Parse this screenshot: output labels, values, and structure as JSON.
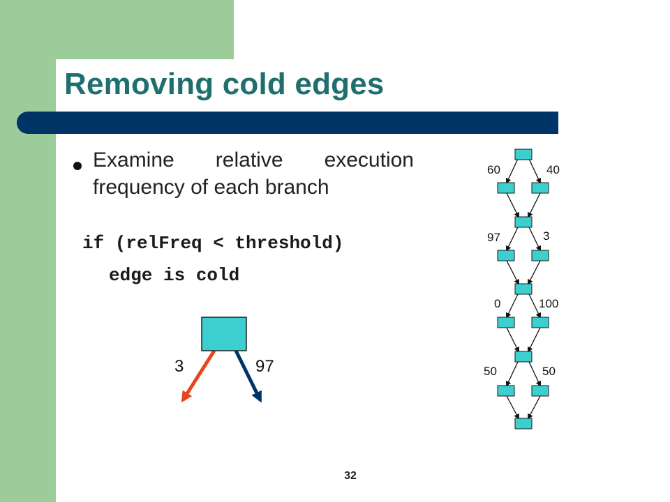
{
  "slide": {
    "title": "Removing cold edges",
    "bullet": "Examine relative execution frequency of each branch",
    "code_line1": "if (relFreq < threshold)",
    "code_line2": "edge is cold",
    "page_number": "32"
  },
  "small_diagram": {
    "left_label": "3",
    "right_label": "97",
    "node_color": "#3ccfcf",
    "cold_edge_color": "#e8461a",
    "hot_edge_color": "#003366"
  },
  "chain_diagram": {
    "stages": [
      {
        "left": "60",
        "right": "40"
      },
      {
        "left": "97",
        "right": "3"
      },
      {
        "left": "0",
        "right": "100"
      },
      {
        "left": "50",
        "right": "50"
      }
    ]
  }
}
